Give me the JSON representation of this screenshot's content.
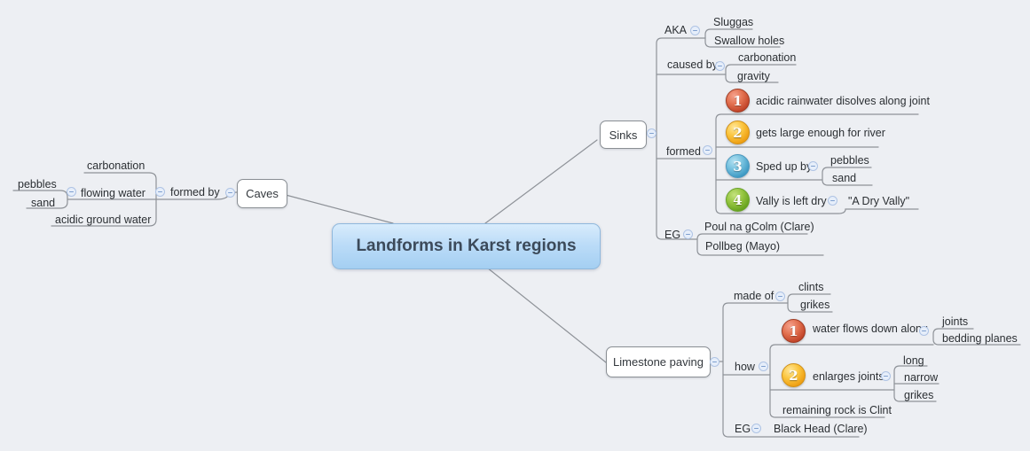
{
  "title": "Landforms in Karst regions",
  "badges": {
    "one": "1",
    "two": "2",
    "three": "3",
    "four": "4"
  },
  "colors": {
    "background": "#edeff3",
    "line": "#8e9298",
    "central_fill_top": "#d8ecfc",
    "central_fill_bottom": "#a4cff2",
    "central_border": "#90b8dc",
    "node_fill": "#ffffff",
    "node_border": "#8a8f94",
    "badge_red": "#c2452a",
    "badge_amber": "#ee9f14",
    "badge_blue": "#3f9ac4",
    "badge_green": "#68a320",
    "collapse_fill": "#e6eefa",
    "collapse_border": "#aec3e4"
  },
  "caves": {
    "label": "Caves",
    "formed_by": "formed by",
    "carbonation": "carbonation",
    "flowing_water": "flowing water",
    "acidic_ground_water": "acidic ground water",
    "pebbles": "pebbles",
    "sand": "sand"
  },
  "sinks": {
    "label": "Sinks",
    "aka": "AKA",
    "sluggas": "Sluggas",
    "swallow_holes": "Swallow holes",
    "caused_by": "caused by",
    "carbonation": "carbonation",
    "gravity": "gravity",
    "formed": "formed",
    "step1": "acidic rainwater disolves along joint",
    "step2": "gets large enough for river",
    "step3": "Sped up by",
    "step3_pebbles": "pebbles",
    "step3_sand": "sand",
    "step4": "Vally is left dry",
    "step4_child": "\"A Dry Vally\"",
    "eg": "EG",
    "eg1": "Poul na gColm (Clare)",
    "eg2": "Pollbeg (Mayo)"
  },
  "limestone": {
    "label": "Limestone paving",
    "made_of": "made of",
    "clints": "clints",
    "grikes": "grikes",
    "how": "how",
    "step1": "water flows down along",
    "joints": "joints",
    "bedding_planes": "bedding planes",
    "step2": "enlarges joints",
    "long": "long",
    "narrow": "narrow",
    "grikes2": "grikes",
    "remaining": "remaining rock is Clint",
    "eg": "EG",
    "eg1": "Black Head (Clare)"
  }
}
